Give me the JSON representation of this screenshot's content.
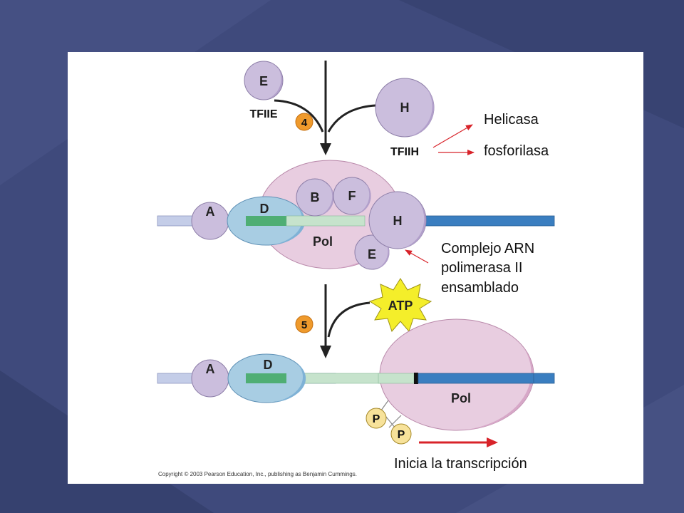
{
  "labels": {
    "tfiie_circle": "E",
    "tfiie": "TFIIE",
    "tfiih_circle": "H",
    "tfiih": "TFIIH",
    "step4": "4",
    "step5": "5",
    "a_top": "A",
    "d_top": "D",
    "b": "B",
    "f": "F",
    "h_mid": "H",
    "pol_top": "Pol",
    "e_mid": "E",
    "atp": "ATP",
    "a_bottom": "A",
    "d_bottom": "D",
    "pol_bottom": "Pol",
    "p1": "P",
    "p2": "P"
  },
  "annotations": {
    "helicasa": "Helicasa",
    "fosforilasa": "fosforilasa",
    "complejo_line1": "Complejo ARN",
    "complejo_line2": "polimerasa II",
    "complejo_line3": "ensamblado",
    "inicia": "Inicia la transcripción"
  },
  "copyright": "Copyright © 2003 Pearson Education, Inc., publishing as Benjamin Cummings.",
  "colors": {
    "background": "#3f4a7c",
    "slide": "#ffffff",
    "tf_circle": "#cbbedd",
    "pol": "#e8cde0",
    "d_protein": "#a8cde3",
    "dna_left": "#c4cde8",
    "dna_right": "#3a7ec0",
    "promoter_green": "#4fae74",
    "opened_dna": "#c6e3cc",
    "atp": "#f4ee2a",
    "step_badge": "#ef9a2c",
    "phosphate": "#f7e29a",
    "red_arrow": "#d8232a"
  }
}
